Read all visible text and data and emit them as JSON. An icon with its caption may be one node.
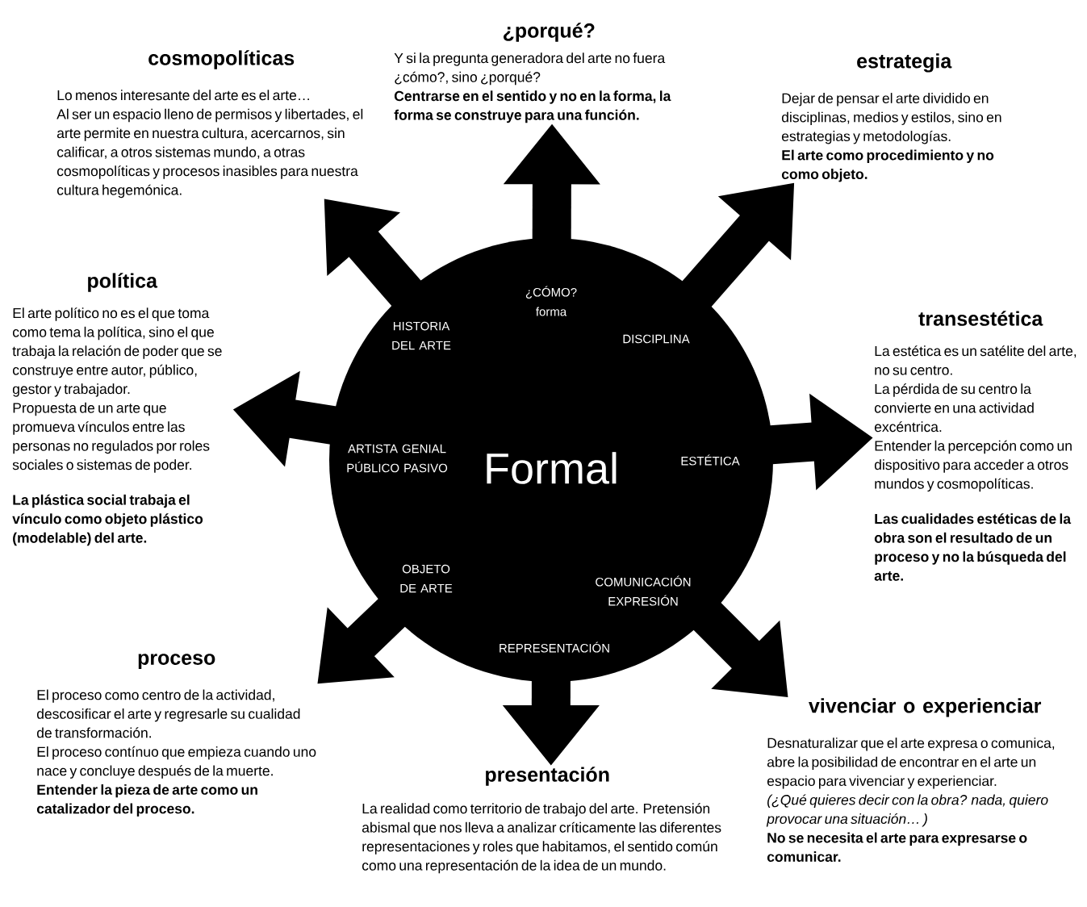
{
  "diagram": {
    "nodes": [
      {
        "text": [
          "¿CÓMO? forma",
          "HISTORIA DEL ARTE",
          "DISCIPLINA",
          "ARTISTA GENIAL PÚBLICO PASIVO",
          "Formal",
          "ESTÉTICA",
          "OBJETO DE ARTE",
          "COMUNICACIÓN EXPRESIÓN",
          "REPRESENTACIÓN"
        ]
      },
      {
        "text": [
          "¿porqué?",
          "Y si la pregunta generadora del arte no fuera ¿cómo?, sino ¿porqué?",
          "Centrarse en el sentido y no en la forma, la forma se construye para una función."
        ]
      },
      {
        "text": [
          "cosmopolíticas",
          "Lo menos interesante del arte es el arte…",
          "Al ser un espacio lleno de permisos y libertades, el arte permite en nuestra cultura, acercarnos, sin calificar, a otros sistemas mundo, a otras cosmopolíticas y procesos inasibles para nuestra cultura hegemónica."
        ]
      },
      {
        "text": [
          "estrategia",
          "Dejar de pensar el arte dividido en disciplinas, medios y estilos, sino en estrategias y metodologías.",
          "El arte como procedimiento y no como objeto."
        ]
      },
      {
        "text": [
          "política",
          "El arte político no es el que toma como tema la política, sino el que trabaja la relación de poder que se construye entre autor, público, gestor y trabajador.",
          "Propuesta de un arte que promueva vínculos entre las personas no regulados por roles sociales o sistemas de poder.",
          "La plástica social trabaja el vínculo como objeto plástico (modelable) del arte."
        ]
      },
      {
        "text": [
          "transestética",
          "La estética es un satélite del arte, no su centro.",
          "La pérdida de su centro la convierte en una actividad excéntrica.",
          "Entender la percepción como un dispositivo para acceder a otros mundos y cosmopolíticas.",
          "Las cualidades estéticas de la obra son el resultado de un proceso y no la búsqueda del arte."
        ]
      },
      {
        "text": [
          "proceso",
          "El proceso como centro de la actividad, descosificar el arte y regresarle su cualidad de transformación.",
          "El proceso contínuo que empieza cuando uno nace y concluye después de la muerte.",
          "Entender la pieza de arte como un catalizador del proceso."
        ]
      },
      {
        "text": [
          "vivenciar o experienciar",
          "Desnaturalizar que el arte expresa o comunica, abre la posibilidad de encontrar en el arte un espacio para vivenciar y experienciar.",
          "(¿Qué quieres decir con la obra? nada, quiero provocar una situación… )",
          "No se necesita el arte para expresarse o comunicar."
        ]
      },
      {
        "text": [
          "presentación",
          "La realidad como territorio de trabajo del arte. Pretensión abismal que nos lleva a analizar críticamente las diferentes representaciones y roles que habitamos, el sentido común como una representación de la idea de un mundo."
        ]
      }
    ],
    "edges": [
      {
        "from": 0,
        "to": 1,
        "arrow": "to"
      },
      {
        "from": 0,
        "to": 2,
        "arrow": "to"
      },
      {
        "from": 0,
        "to": 3,
        "arrow": "to"
      },
      {
        "from": 0,
        "to": 4,
        "arrow": "to"
      },
      {
        "from": 0,
        "to": 5,
        "arrow": "to"
      },
      {
        "from": 0,
        "to": 6,
        "arrow": "to"
      },
      {
        "from": 0,
        "to": 7,
        "arrow": "to"
      },
      {
        "from": 0,
        "to": 8,
        "arrow": "to"
      }
    ]
  }
}
